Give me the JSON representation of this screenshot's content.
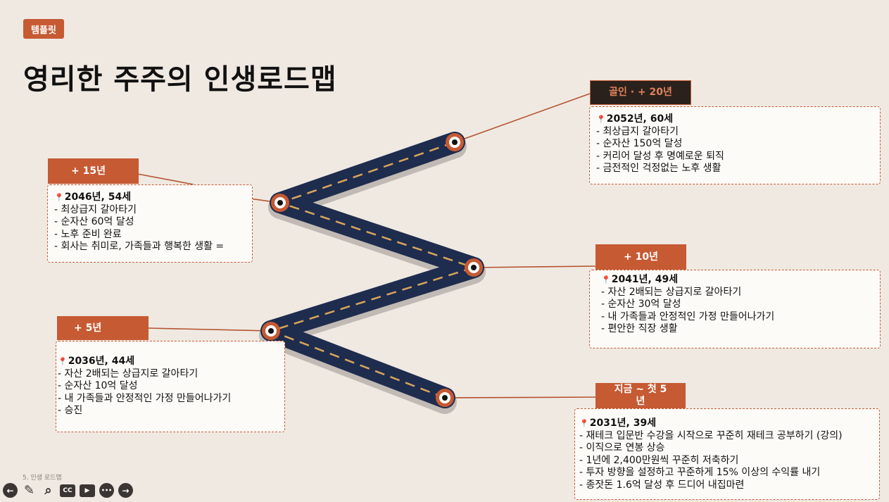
{
  "tag": "템플릿",
  "title": "영리한 주주의 인생로드맵",
  "slide_name": "5. 인생 로드맵",
  "colors": {
    "accent": "#c65a33",
    "road": "#1e2c4e",
    "dash": "#d9a55a",
    "background": "#efe9e2"
  },
  "milestones": [
    {
      "label": "지금 ~ 첫 5 년",
      "label_lines": [
        "지금 ~ 첫 5",
        "년"
      ],
      "head": "2031년, 39세",
      "items": [
        "-   재테크 입문반 수강을 시작으로 꾸준히 재테크 공부하기 (강의)",
        "-   이직으로 연봉 상승",
        "-   1년에 2,400만원씩 꾸준히 저축하기",
        "-   투자 방향을 설정하고 꾸준하게 15% 이상의 수익률 내기",
        "-   종잣돈 1.6억 달성 후 드디어 내집마련"
      ]
    },
    {
      "label": "+ 5년",
      "head": "2036년, 44세",
      "items": [
        "- 자산 2배되는 상급지로  갈아타기",
        "- 순자산 10억 달성",
        "- 내 가족들과 안정적인 가정 만들어나가기",
        "- 승진"
      ]
    },
    {
      "label": "+ 10년",
      "head": "2041년, 49세",
      "items": [
        "-  자산 2배되는 상급지로  갈아타기",
        "-  순자산 30억 달성",
        "-  내 가족들과 안정적인 가정 만들어나가기",
        "-  편안한 직장 생활"
      ]
    },
    {
      "label": "+ 15년",
      "head": "2046년, 54세",
      "items": [
        "- 최상급지 갈아타기",
        "- 순자산 60억 달성",
        "- 노후 준비 완료",
        "- 회사는 취미로, 가족들과 행복한 생활 ="
      ]
    },
    {
      "label": "골인 · + 20년",
      "head": "2052년, 60세",
      "items": [
        "- 최상급지 갈아타기",
        "- 순자산 150억 달성",
        "- 커리어 달성 후 명예로운 퇴직",
        "- 금전적인 걱정없는 노후 생활"
      ]
    }
  ],
  "toolbar": [
    {
      "name": "back-icon",
      "glyph": "←"
    },
    {
      "name": "pen-icon",
      "glyph": "✎"
    },
    {
      "name": "zoom-icon",
      "glyph": "⌕"
    },
    {
      "name": "captions-icon",
      "glyph": "CC"
    },
    {
      "name": "camera-icon",
      "glyph": "▶"
    },
    {
      "name": "more-icon",
      "glyph": "•••"
    },
    {
      "name": "forward-icon",
      "glyph": "→"
    }
  ]
}
